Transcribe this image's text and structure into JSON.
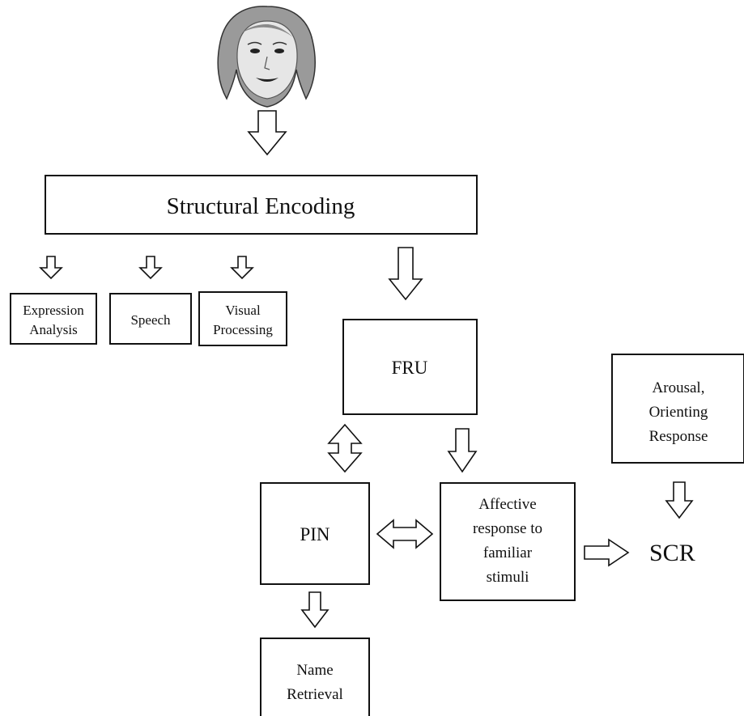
{
  "structural_encoding": "Structural Encoding",
  "expression_analysis": [
    "Expression",
    "Analysis"
  ],
  "speech": "Speech",
  "visual_processing": [
    "Visual",
    "Processing"
  ],
  "fru": "FRU",
  "arousal": [
    "Arousal,",
    "Orienting",
    "Response"
  ],
  "pin": "PIN",
  "affective_response": [
    "Affective",
    "response to",
    "familiar",
    "stimuli"
  ],
  "scr": "SCR",
  "name_retrieval": [
    "Name",
    "Retrieval"
  ]
}
